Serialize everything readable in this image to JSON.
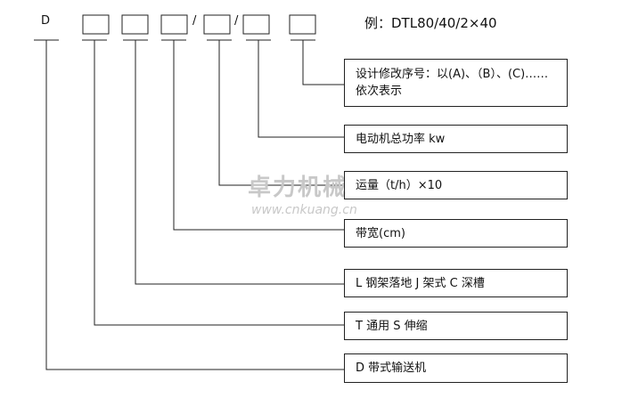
{
  "code": {
    "prefix": "D",
    "sep1": "/",
    "sep2": "/"
  },
  "example": "例：DTL80/40/2×40",
  "labels": [
    {
      "line1": "设计修改序号：以(A)、（B）、(C)……",
      "line2": "依次表示"
    },
    {
      "line1": "电动机总功率 kw"
    },
    {
      "line1": "运量（t/h）×10"
    },
    {
      "line1": "带宽(cm)"
    },
    {
      "line1": "L 钢架落地 J 架式 C 深槽"
    },
    {
      "line1": "T  通用  S 伸缩"
    },
    {
      "line1": "D 带式输送机"
    }
  ],
  "watermark": {
    "brand": "卓力机械",
    "url": "www.cnkuang.cn"
  }
}
